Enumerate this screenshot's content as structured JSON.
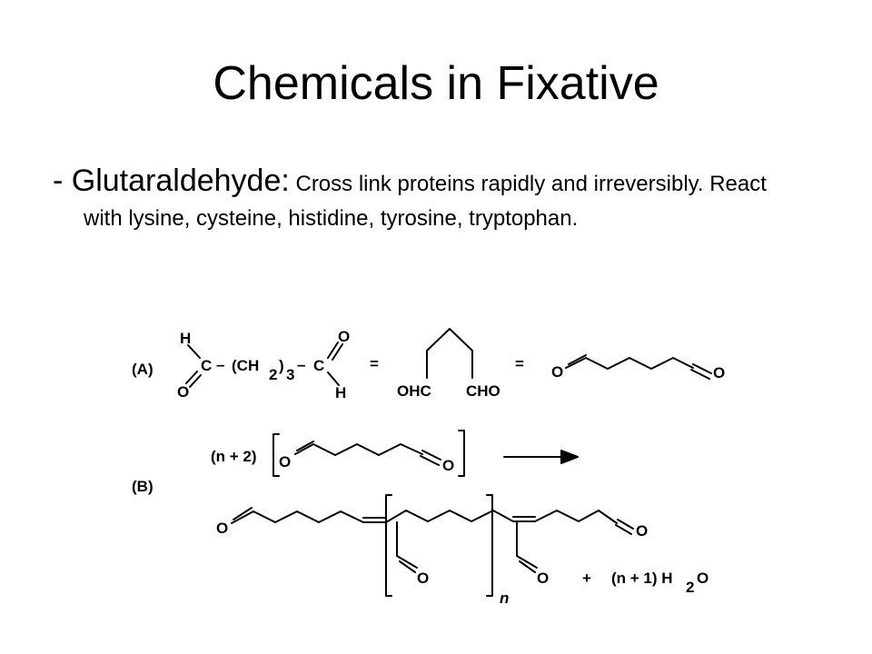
{
  "slide": {
    "title": "Chemicals in Fixative",
    "bullet": {
      "lead": "- Glutaraldehyde:",
      "text": " Cross link proteins rapidly and irreversibly.  React with lysine, cysteine, histidine, tyrosine, tryptophan."
    }
  },
  "figure": {
    "label_a": "(A)",
    "label_b": "(B)",
    "formula_h_top": "H",
    "formula_h_bottom": "H",
    "formula_o_top": "O",
    "formula_o_left": "O",
    "formula_c_left": "C",
    "formula_c_right": "C",
    "formula_dash_left": "–",
    "formula_dash_right": "–",
    "formula_ch": "(CH",
    "formula_sub2": "2",
    "formula_paren_close": ")",
    "formula_sub3": "3",
    "equals_1": "=",
    "equals_2": "=",
    "ohc": "OHC",
    "cho": "CHO",
    "skeletal_o_left": "O",
    "skeletal_o_right": "O",
    "reactant_coeff": "(n + 2)",
    "reactant_o_left": "O",
    "reactant_o_right": "O",
    "product_o_left": "O",
    "product_o_right": "O",
    "product_o_branch1": "O",
    "product_o_branch2": "O",
    "repeat_n": "n",
    "plus": "+",
    "water_coeff": "(n + 1) H",
    "water_sub": "2",
    "water_o": "O"
  }
}
